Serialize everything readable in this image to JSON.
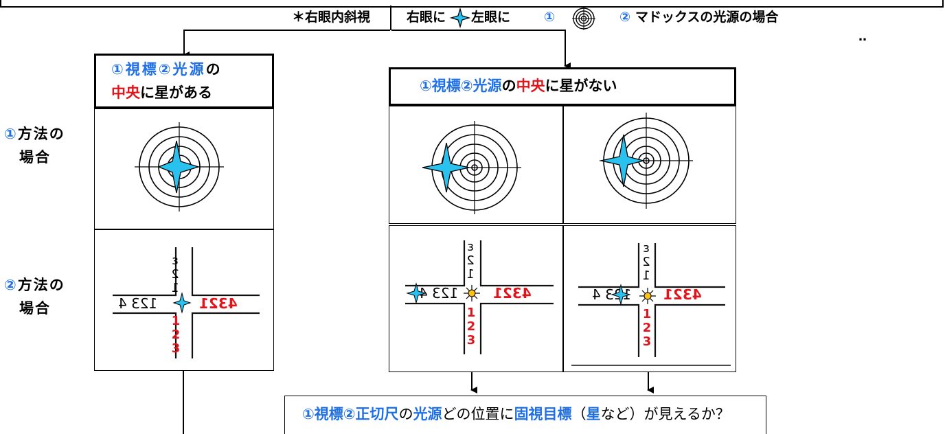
{
  "header": {
    "condition": "＊右眼内斜視",
    "right_eye": "右眼に",
    "left_eye": "左眼に",
    "num1": "①",
    "num2": "②",
    "maddox": "マドックスの光源の場合",
    "dots": "‥"
  },
  "left_box": {
    "l1_a": "①視",
    "l1_b": "標",
    "l1_c": "②光",
    "l1_d": "源",
    "l1_e": "の",
    "l2_a": "中央",
    "l2_b": "に星がある"
  },
  "right_box": {
    "a": "①視標②光源",
    "b": "の",
    "c": "中央",
    "d": "に星がない"
  },
  "row_labels": {
    "method1_num": "①",
    "method1_text": "方法の",
    "method1_line2": "場合",
    "method2_num": "②",
    "method2_text": "方法の",
    "method2_line2": "場合"
  },
  "scale": {
    "left": "4321",
    "center": "123 4",
    "vertical_top": "ε 2 1",
    "vertical_bottom": "1 2 3"
  },
  "bottom_box": {
    "p1": "①視標②正切尺",
    "p2": "の",
    "p3": "光源",
    "p4": "どの位置に",
    "p5": "固視目標",
    "p6": "（",
    "p7": "星",
    "p8": "など）が見えるか？"
  },
  "colors": {
    "blue_text": "#1f6fe6",
    "red_text": "#e0141a",
    "star": "#29c1ee",
    "sun": "#ffc20e"
  }
}
